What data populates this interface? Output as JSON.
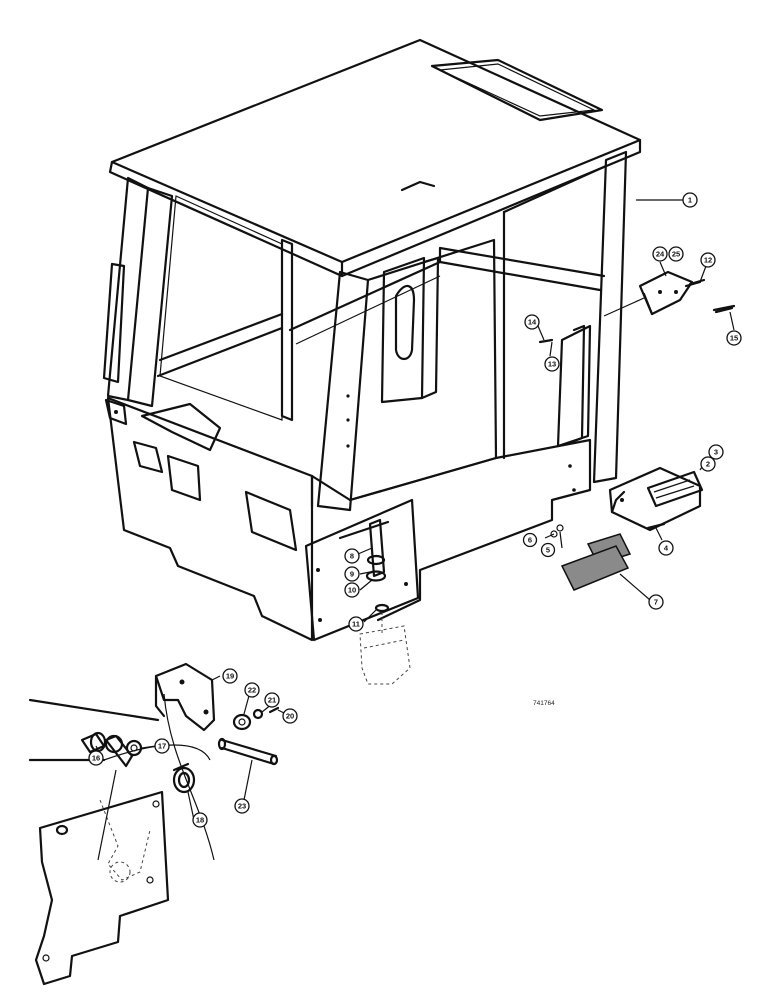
{
  "figure_code": "741764",
  "callouts": [
    "1",
    "2",
    "3",
    "4",
    "5",
    "6",
    "7",
    "8",
    "9",
    "10",
    "11",
    "12",
    "13",
    "14",
    "15",
    "16",
    "17",
    "18",
    "19",
    "20",
    "21",
    "22",
    "23",
    "24",
    "25"
  ]
}
